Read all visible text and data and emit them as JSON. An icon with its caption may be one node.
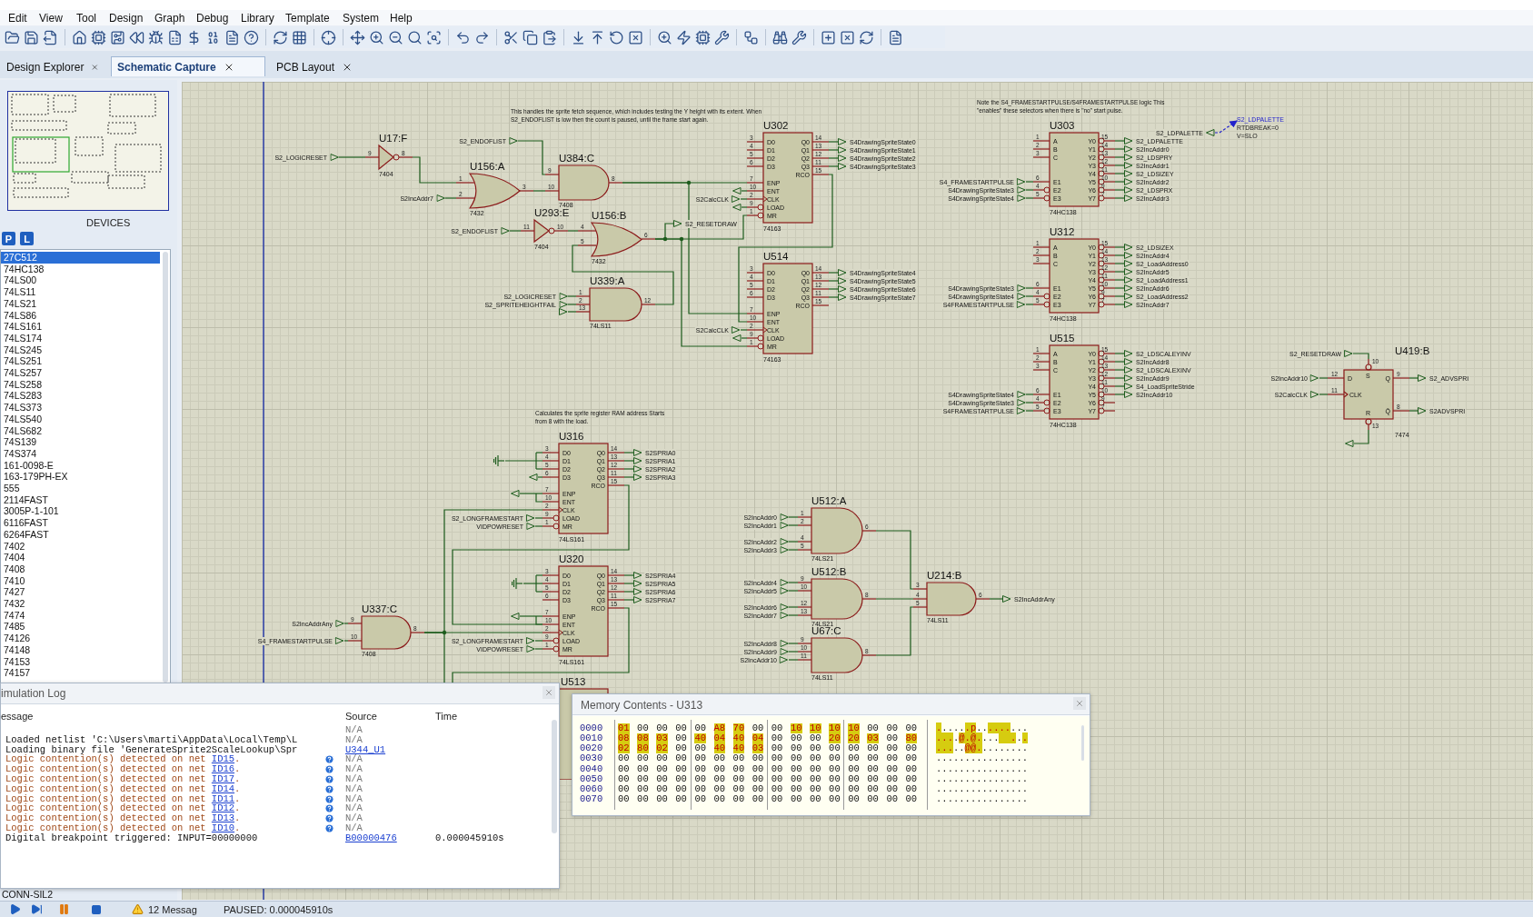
{
  "diagram": {
    "nodes": [
      {
        "text": [
          "U17:F",
          "7404",
          "9",
          "8"
        ]
      },
      {
        "text": [
          "U156:A",
          "7432",
          "1",
          "2",
          "3"
        ]
      },
      {
        "text": [
          "U384:C",
          "7408",
          "9",
          "10",
          "8"
        ]
      },
      {
        "text": [
          "U293:E",
          "7404",
          "11",
          "10"
        ]
      },
      {
        "text": [
          "U156:B",
          "7432",
          "4",
          "5",
          "6"
        ]
      },
      {
        "text": [
          "U339:A",
          "74LS11",
          "1",
          "2",
          "13",
          "12"
        ]
      },
      {
        "text": [
          "U302",
          "D0",
          "D1",
          "D2",
          "D3",
          "ENP",
          "ENT",
          "CLK",
          "LOAD",
          "MR",
          "Q0",
          "Q1",
          "Q2",
          "Q3",
          "RCO",
          "74163",
          "3",
          "4",
          "5",
          "6",
          "7",
          "10",
          "2",
          "9",
          "1",
          "14",
          "13",
          "12",
          "11",
          "15"
        ]
      },
      {
        "text": [
          "U514",
          "D0",
          "D1",
          "D2",
          "D3",
          "ENP",
          "ENT",
          "CLK",
          "LOAD",
          "MR",
          "Q0",
          "Q1",
          "Q2",
          "Q3",
          "RCO",
          "74163",
          "3",
          "4",
          "5",
          "6",
          "7",
          "10",
          "2",
          "9",
          "1",
          "14",
          "13",
          "12",
          "11",
          "15"
        ]
      },
      {
        "text": [
          "U303",
          "A",
          "B",
          "C",
          "E1",
          "E2",
          "E3",
          "Y0",
          "Y1",
          "Y2",
          "Y3",
          "Y4",
          "Y5",
          "Y6",
          "Y7",
          "74HC138",
          "1",
          "2",
          "3",
          "6",
          "4",
          "5",
          "15",
          "14",
          "13",
          "12",
          "11",
          "10",
          "9",
          "7"
        ]
      },
      {
        "text": [
          "U312",
          "A",
          "B",
          "C",
          "E1",
          "E2",
          "E3",
          "Y0",
          "Y1",
          "Y2",
          "Y3",
          "Y4",
          "Y5",
          "Y6",
          "Y7",
          "74HC138",
          "1",
          "2",
          "3",
          "6",
          "4",
          "5",
          "15",
          "14",
          "13",
          "12",
          "11",
          "10",
          "9",
          "7"
        ]
      },
      {
        "text": [
          "U515",
          "A",
          "B",
          "C",
          "E1",
          "E2",
          "E3",
          "Y0",
          "Y1",
          "Y2",
          "Y3",
          "Y4",
          "Y5",
          "Y6",
          "Y7",
          "74HC138",
          "1",
          "2",
          "3",
          "6",
          "4",
          "5",
          "15",
          "14",
          "13",
          "12",
          "11",
          "10",
          "9",
          "7"
        ]
      },
      {
        "text": [
          "U419:B",
          "D",
          "CLK",
          "S",
          "R",
          "Q",
          "Q̄",
          "7474",
          "12",
          "11",
          "10",
          "13",
          "9",
          "8"
        ]
      },
      {
        "text": [
          "U316",
          "D0",
          "D1",
          "D2",
          "D3",
          "ENP",
          "ENT",
          "CLK",
          "LOAD",
          "MR",
          "Q0",
          "Q1",
          "Q2",
          "Q3",
          "RCO",
          "74LS161",
          "3",
          "4",
          "5",
          "6",
          "7",
          "10",
          "2",
          "9",
          "1",
          "14",
          "13",
          "12",
          "11",
          "15"
        ]
      },
      {
        "text": [
          "U320",
          "D0",
          "D1",
          "D2",
          "D3",
          "ENP",
          "ENT",
          "CLK",
          "LOAD",
          "MR",
          "Q0",
          "Q1",
          "Q2",
          "Q3",
          "RCO",
          "74LS161",
          "3",
          "4",
          "5",
          "6",
          "7",
          "10",
          "2",
          "9",
          "1",
          "14",
          "13",
          "12",
          "11",
          "15"
        ]
      },
      {
        "text": [
          "U337:C",
          "7408",
          "9",
          "10",
          "8"
        ]
      },
      {
        "text": [
          "U512:A",
          "74LS21",
          "1",
          "2",
          "4",
          "5",
          "6"
        ]
      },
      {
        "text": [
          "U512:B",
          "74LS21",
          "9",
          "10",
          "12",
          "13",
          "8"
        ]
      },
      {
        "text": [
          "U67:C",
          "74LS11",
          "9",
          "10",
          "11",
          "8"
        ]
      },
      {
        "text": [
          "U214:B",
          "74LS11",
          "3",
          "4",
          "5",
          "6"
        ]
      },
      {
        "text": [],
        "shape": "ground"
      },
      {
        "text": [],
        "shape": "ground"
      },
      {
        "text": [
          "S2_LOGICRESET"
        ]
      },
      {
        "text": [
          "S2_ENDOFLIST"
        ]
      },
      {
        "text": [
          "S2IncAddr7"
        ]
      },
      {
        "text": [
          "S2_ENDOFLIST"
        ]
      },
      {
        "text": [
          "S2_RESETDRAW"
        ]
      },
      {
        "text": [
          "S2_LOGICRESET"
        ]
      },
      {
        "text": [
          "S2_SPRITEHEIGHTFAIL"
        ]
      },
      {
        "text": [],
        "shape": "triangle"
      },
      {
        "text": [],
        "shape": "triangle"
      },
      {
        "text": [
          "S2CalcCLK"
        ]
      },
      {
        "text": [],
        "shape": "triangle"
      },
      {
        "text": [
          "S4DrawingSpriteState0"
        ]
      },
      {
        "text": [
          "S4DrawingSpriteState1"
        ]
      },
      {
        "text": [
          "S4DrawingSpriteState2"
        ]
      },
      {
        "text": [
          "S4DrawingSpriteState3"
        ]
      },
      {
        "text": [
          "S2CalcCLK"
        ]
      },
      {
        "text": [],
        "shape": "triangle"
      },
      {
        "text": [
          "S4DrawingSpriteState4"
        ]
      },
      {
        "text": [
          "S4DrawingSpriteState5"
        ]
      },
      {
        "text": [
          "S4DrawingSpriteState6"
        ]
      },
      {
        "text": [
          "S4DrawingSpriteState7"
        ]
      },
      {
        "text": [
          "S2_LDPALETTE"
        ]
      },
      {
        "text": [
          "S2_LDPALETTE",
          "RTDBREAK=0",
          "V=SLO"
        ]
      },
      {
        "text": [
          "S4_FRAMESTARTPULSE"
        ]
      },
      {
        "text": [
          "S4DrawingSpriteState3"
        ]
      },
      {
        "text": [
          "S4DrawingSpriteState4"
        ]
      },
      {
        "text": [
          "S2_LDPALETTE"
        ]
      },
      {
        "text": [
          "S2IncAddr0"
        ]
      },
      {
        "text": [
          "S2_LDSPRY"
        ]
      },
      {
        "text": [
          "S2IncAddr1"
        ]
      },
      {
        "text": [
          "S2_LDSIZEY"
        ]
      },
      {
        "text": [
          "S2IncAddr2"
        ]
      },
      {
        "text": [
          "S2_LDSPRX"
        ]
      },
      {
        "text": [
          "S2IncAddr3"
        ]
      },
      {
        "text": [
          "S4DrawingSpriteState3"
        ]
      },
      {
        "text": [
          "S4DrawingSpriteState4"
        ]
      },
      {
        "text": [
          "S4FRAMESTARTPULSE"
        ]
      },
      {
        "text": [
          "S2_LDSIZEX"
        ]
      },
      {
        "text": [
          "S2IncAddr4"
        ]
      },
      {
        "text": [
          "S2_LoadAddress0"
        ]
      },
      {
        "text": [
          "S2IncAddr5"
        ]
      },
      {
        "text": [
          "S2_LoadAddress1"
        ]
      },
      {
        "text": [
          "S2IncAddr6"
        ]
      },
      {
        "text": [
          "S2_LoadAddress2"
        ]
      },
      {
        "text": [
          "S2IncAddr7"
        ]
      },
      {
        "text": [
          "S4DrawingSpriteState4"
        ]
      },
      {
        "text": [
          "S4DrawingSpriteState3"
        ]
      },
      {
        "text": [
          "S4FRAMESTARTPULSE"
        ]
      },
      {
        "text": [
          "S2_LDSCALEYINV"
        ]
      },
      {
        "text": [
          "S2IncAddr8"
        ]
      },
      {
        "text": [
          "S2_LDSCALEXINV"
        ]
      },
      {
        "text": [
          "S2IncAddr9"
        ]
      },
      {
        "text": [
          "S4_LoadSpriteStride"
        ]
      },
      {
        "text": [
          "S2IncAddr10"
        ]
      },
      {
        "text": [
          "S2_RESETDRAW"
        ]
      },
      {
        "text": [
          "S2IncAddr10"
        ]
      },
      {
        "text": [
          "S2CalcCLK"
        ]
      },
      {
        "text": [
          "S2_ADVSPRI"
        ]
      },
      {
        "text": [
          "S2ADVSPRI"
        ]
      },
      {
        "text": [],
        "shape": "triangle"
      },
      {
        "text": [],
        "shape": "triangle"
      },
      {
        "text": [],
        "shape": "triangle"
      },
      {
        "text": [
          "S2_LONGFRAMESTART"
        ]
      },
      {
        "text": [
          "VIDPOWRESET"
        ]
      },
      {
        "text": [
          "S2SPRIA0"
        ]
      },
      {
        "text": [
          "S2SPRIA1"
        ]
      },
      {
        "text": [
          "S2SPRIA2"
        ]
      },
      {
        "text": [
          "S2SPRIA3"
        ]
      },
      {
        "text": [],
        "shape": "triangle"
      },
      {
        "text": [
          "S2_LONGFRAMESTART"
        ]
      },
      {
        "text": [
          "VIDPOWRESET"
        ]
      },
      {
        "text": [
          "S2SPRIA4"
        ]
      },
      {
        "text": [
          "S2SPRIA5"
        ]
      },
      {
        "text": [
          "S2SPRIA6"
        ]
      },
      {
        "text": [
          "S2SPRIA7"
        ]
      },
      {
        "text": [
          "S2IncAddrAny"
        ]
      },
      {
        "text": [
          "S4_FRAMESTARTPULSE"
        ]
      },
      {
        "text": [
          "S2IncAddr0"
        ]
      },
      {
        "text": [
          "S2IncAddr1"
        ]
      },
      {
        "text": [
          "S2IncAddr2"
        ]
      },
      {
        "text": [
          "S2IncAddr3"
        ]
      },
      {
        "text": [
          "S2IncAddr4"
        ]
      },
      {
        "text": [
          "S2IncAddr5"
        ]
      },
      {
        "text": [
          "S2IncAddr6"
        ]
      },
      {
        "text": [
          "S2IncAddr7"
        ]
      },
      {
        "text": [
          "S2IncAddr8"
        ]
      },
      {
        "text": [
          "S2IncAddr9"
        ]
      },
      {
        "text": [
          "S2IncAddr10"
        ]
      },
      {
        "text": [
          "S2IncAddrAny"
        ]
      },
      {
        "text": [
          "U513"
        ]
      }
    ],
    "edges": [
      {
        "from": 0,
        "to": 1,
        "arrow": "none"
      },
      {
        "from": 1,
        "to": 2,
        "arrow": "none"
      },
      {
        "from": 2,
        "to": 6,
        "arrow": "none"
      },
      {
        "from": 2,
        "to": 7,
        "arrow": "none"
      },
      {
        "from": 3,
        "to": 4,
        "arrow": "none"
      },
      {
        "from": 5,
        "to": 4,
        "arrow": "none"
      },
      {
        "from": 4,
        "to": 25,
        "arrow": "none"
      },
      {
        "from": 4,
        "to": 6,
        "arrow": "none"
      },
      {
        "from": 4,
        "to": 7,
        "arrow": "none"
      },
      {
        "from": 6,
        "to": 7,
        "arrow": "none"
      },
      {
        "from": 12,
        "to": 13,
        "arrow": "none"
      },
      {
        "from": 14,
        "to": 12,
        "arrow": "none"
      },
      {
        "from": 14,
        "to": 13,
        "arrow": "none"
      },
      {
        "from": 14,
        "to": 110,
        "arrow": "none"
      },
      {
        "from": 13,
        "to": 110,
        "arrow": "none"
      },
      {
        "from": 19,
        "to": 12,
        "arrow": "none"
      },
      {
        "from": 12,
        "to": 82,
        "arrow": "none"
      },
      {
        "from": 12,
        "to": 81,
        "arrow": "none"
      },
      {
        "from": 20,
        "to": 13,
        "arrow": "none"
      },
      {
        "from": 13,
        "to": 89,
        "arrow": "none"
      },
      {
        "from": 15,
        "to": 18,
        "arrow": "none"
      },
      {
        "from": 16,
        "to": 18,
        "arrow": "none"
      },
      {
        "from": 17,
        "to": 18,
        "arrow": "none"
      },
      {
        "from": 11,
        "to": 80,
        "arrow": "none"
      },
      {
        "from": 42,
        "to": 43,
        "arrow": "to",
        "style": "dashed",
        "color": "#2222cc"
      },
      {
        "from": 75,
        "to": 11,
        "arrow": "none"
      },
      {
        "from": 21,
        "to": 0,
        "arrow": "none"
      },
      {
        "from": 22,
        "to": 2,
        "arrow": "none"
      },
      {
        "from": 23,
        "to": 1,
        "arrow": "none"
      },
      {
        "from": 24,
        "to": 3,
        "arrow": "none"
      },
      {
        "from": 26,
        "to": 5,
        "arrow": "none"
      },
      {
        "from": 27,
        "to": 5,
        "arrow": "none"
      },
      {
        "from": 28,
        "to": 5,
        "arrow": "none"
      },
      {
        "from": 6,
        "to": 29,
        "arrow": "none"
      },
      {
        "from": 30,
        "to": 6,
        "arrow": "none"
      },
      {
        "from": 6,
        "to": 31,
        "arrow": "none"
      },
      {
        "from": 6,
        "to": 32,
        "arrow": "none"
      },
      {
        "from": 6,
        "to": 33,
        "arrow": "none"
      },
      {
        "from": 6,
        "to": 34,
        "arrow": "none"
      },
      {
        "from": 6,
        "to": 35,
        "arrow": "none"
      },
      {
        "from": 36,
        "to": 7,
        "arrow": "none"
      },
      {
        "from": 7,
        "to": 37,
        "arrow": "none"
      },
      {
        "from": 7,
        "to": 38,
        "arrow": "none"
      },
      {
        "from": 7,
        "to": 39,
        "arrow": "none"
      },
      {
        "from": 7,
        "to": 40,
        "arrow": "none"
      },
      {
        "from": 7,
        "to": 41,
        "arrow": "none"
      },
      {
        "from": 44,
        "to": 8,
        "arrow": "none"
      },
      {
        "from": 45,
        "to": 8,
        "arrow": "none"
      },
      {
        "from": 46,
        "to": 8,
        "arrow": "none"
      },
      {
        "from": 8,
        "to": 47,
        "arrow": "none"
      },
      {
        "from": 8,
        "to": 48,
        "arrow": "none"
      },
      {
        "from": 8,
        "to": 49,
        "arrow": "none"
      },
      {
        "from": 8,
        "to": 50,
        "arrow": "none"
      },
      {
        "from": 8,
        "to": 51,
        "arrow": "none"
      },
      {
        "from": 8,
        "to": 52,
        "arrow": "none"
      },
      {
        "from": 8,
        "to": 53,
        "arrow": "none"
      },
      {
        "from": 8,
        "to": 54,
        "arrow": "none"
      },
      {
        "from": 55,
        "to": 9,
        "arrow": "none"
      },
      {
        "from": 56,
        "to": 9,
        "arrow": "none"
      },
      {
        "from": 57,
        "to": 9,
        "arrow": "none"
      },
      {
        "from": 9,
        "to": 58,
        "arrow": "none"
      },
      {
        "from": 9,
        "to": 59,
        "arrow": "none"
      },
      {
        "from": 9,
        "to": 60,
        "arrow": "none"
      },
      {
        "from": 9,
        "to": 61,
        "arrow": "none"
      },
      {
        "from": 9,
        "to": 62,
        "arrow": "none"
      },
      {
        "from": 9,
        "to": 63,
        "arrow": "none"
      },
      {
        "from": 9,
        "to": 64,
        "arrow": "none"
      },
      {
        "from": 9,
        "to": 65,
        "arrow": "none"
      },
      {
        "from": 66,
        "to": 10,
        "arrow": "none"
      },
      {
        "from": 67,
        "to": 10,
        "arrow": "none"
      },
      {
        "from": 68,
        "to": 10,
        "arrow": "none"
      },
      {
        "from": 10,
        "to": 69,
        "arrow": "none"
      },
      {
        "from": 10,
        "to": 70,
        "arrow": "none"
      },
      {
        "from": 10,
        "to": 71,
        "arrow": "none"
      },
      {
        "from": 10,
        "to": 72,
        "arrow": "none"
      },
      {
        "from": 10,
        "to": 73,
        "arrow": "none"
      },
      {
        "from": 10,
        "to": 74,
        "arrow": "none"
      },
      {
        "from": 76,
        "to": 11,
        "arrow": "none"
      },
      {
        "from": 77,
        "to": 11,
        "arrow": "none"
      },
      {
        "from": 11,
        "to": 78,
        "arrow": "none"
      },
      {
        "from": 11,
        "to": 79,
        "arrow": "none"
      },
      {
        "from": 83,
        "to": 12,
        "arrow": "none"
      },
      {
        "from": 84,
        "to": 12,
        "arrow": "none"
      },
      {
        "from": 12,
        "to": 85,
        "arrow": "none"
      },
      {
        "from": 12,
        "to": 86,
        "arrow": "none"
      },
      {
        "from": 12,
        "to": 87,
        "arrow": "none"
      },
      {
        "from": 12,
        "to": 88,
        "arrow": "none"
      },
      {
        "from": 90,
        "to": 13,
        "arrow": "none"
      },
      {
        "from": 91,
        "to": 13,
        "arrow": "none"
      },
      {
        "from": 13,
        "to": 92,
        "arrow": "none"
      },
      {
        "from": 13,
        "to": 93,
        "arrow": "none"
      },
      {
        "from": 13,
        "to": 94,
        "arrow": "none"
      },
      {
        "from": 13,
        "to": 95,
        "arrow": "none"
      },
      {
        "from": 96,
        "to": 14,
        "arrow": "none"
      },
      {
        "from": 97,
        "to": 14,
        "arrow": "none"
      },
      {
        "from": 98,
        "to": 15,
        "arrow": "none"
      },
      {
        "from": 99,
        "to": 15,
        "arrow": "none"
      },
      {
        "from": 100,
        "to": 15,
        "arrow": "none"
      },
      {
        "from": 101,
        "to": 15,
        "arrow": "none"
      },
      {
        "from": 102,
        "to": 16,
        "arrow": "none"
      },
      {
        "from": 103,
        "to": 16,
        "arrow": "none"
      },
      {
        "from": 104,
        "to": 16,
        "arrow": "none"
      },
      {
        "from": 105,
        "to": 16,
        "arrow": "none"
      },
      {
        "from": 106,
        "to": 17,
        "arrow": "none"
      },
      {
        "from": 107,
        "to": 17,
        "arrow": "none"
      },
      {
        "from": 108,
        "to": 17,
        "arrow": "none"
      },
      {
        "from": 18,
        "to": 109,
        "arrow": "none"
      }
    ],
    "labels": [
      "Edit",
      "View",
      "Tool",
      "Design",
      "Graph",
      "Debug",
      "Library",
      "Template",
      "System",
      "Help",
      "Design Explorer",
      "Schematic Capture",
      "PCB Layout",
      "P",
      "L",
      "DEVICES",
      "27C512",
      "74HC138",
      "74LS00",
      "74LS11",
      "74LS21",
      "74LS86",
      "74LS161",
      "74LS174",
      "74LS245",
      "74LS251",
      "74LS257",
      "74LS258",
      "74LS283",
      "74LS373",
      "74LS540",
      "74LS682",
      "74S139",
      "74S374",
      "161-0098-E",
      "163-179PH-EX",
      "555",
      "2114FAST",
      "3005P-1-101",
      "6116FAST",
      "6264FAST",
      "7402",
      "7404",
      "7408",
      "7410",
      "7427",
      "7432",
      "7474",
      "7485",
      "74126",
      "74148",
      "74153",
      "74157",
      "CONN-SIL2",
      "This handles the sprite fetch sequence, which includes testing the Y height with its extent. When S2_ENDOFLIST is low then the count is paused, until the frame start again.",
      "Note the S4_FRAMESTARTPULSE/S4FRAMESTARTPULSE logic This \"enables\" these selectors when there is \"no\" start pulse.",
      "Calculates the sprite register RAM address Starts from 8 with the load.",
      "imulation Log",
      "essage",
      "Source",
      "Time",
      "N/A",
      "Loaded netlist 'C:\\Users\\marti\\AppData\\Local\\Temp\\L",
      "N/A",
      "Loading binary file 'GenerateSprite2ScaleLookup\\Spr",
      "U344_U1",
      "Logic contention(s) detected on net ID15.",
      "N/A",
      "Logic contention(s) detected on net ID16.",
      "N/A",
      "Logic contention(s) detected on net ID17.",
      "N/A",
      "Logic contention(s) detected on net ID14.",
      "N/A",
      "Logic contention(s) detected on net ID11.",
      "N/A",
      "Logic contention(s) detected on net ID12.",
      "N/A",
      "Logic contention(s) detected on net ID13.",
      "N/A",
      "Logic contention(s) detected on net ID10.",
      "N/A",
      "Digital breakpoint triggered: INPUT=00000000",
      "B00000476",
      "0.000045910s",
      "Memory Contents - U313",
      "0000",
      "01",
      "00",
      "00",
      "00",
      "00",
      "A8",
      "70",
      "00",
      "00",
      "10",
      "10",
      "10",
      "10",
      "00",
      "00",
      "00",
      "......p.........",
      "0010",
      "08",
      "08",
      "03",
      "00",
      "40",
      "04",
      "40",
      "04",
      "00",
      "00",
      "00",
      "20",
      "20",
      "03",
      "00",
      "80",
      "....@.@....  ...",
      "0020",
      "02",
      "80",
      "02",
      "00",
      "00",
      "40",
      "40",
      "03",
      "00",
      "00",
      "00",
      "00",
      "00",
      "00",
      "00",
      "00",
      ".....@@.........",
      "0030",
      "00",
      "00",
      "00",
      "00",
      "00",
      "00",
      "00",
      "00",
      "00",
      "00",
      "00",
      "00",
      "00",
      "00",
      "00",
      "00",
      "................",
      "0040",
      "00",
      "00",
      "00",
      "00",
      "00",
      "00",
      "00",
      "00",
      "00",
      "00",
      "00",
      "00",
      "00",
      "00",
      "00",
      "00",
      "................",
      "0050",
      "00",
      "00",
      "00",
      "00",
      "00",
      "00",
      "00",
      "00",
      "00",
      "00",
      "00",
      "00",
      "00",
      "00",
      "00",
      "00",
      "................",
      "0060",
      "00",
      "00",
      "00",
      "00",
      "00",
      "00",
      "00",
      "00",
      "00",
      "00",
      "00",
      "00",
      "00",
      "00",
      "00",
      "00",
      "................",
      "0070",
      "00",
      "00",
      "00",
      "00",
      "00",
      "00",
      "00",
      "00",
      "00",
      "00",
      "00",
      "00",
      "00",
      "00",
      "00",
      "00",
      "................",
      "12 Messag",
      "PAUSED: 0.000045910s"
    ]
  }
}
